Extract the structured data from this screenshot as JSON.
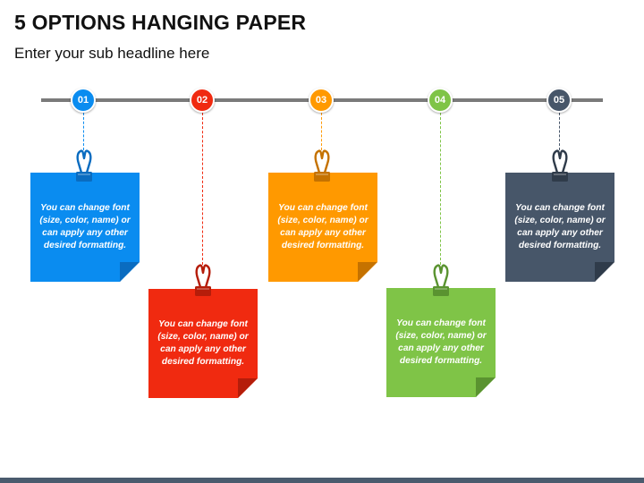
{
  "title": "5 OPTIONS HANGING PAPER",
  "subtitle": "Enter your sub headline here",
  "items": [
    {
      "num": "01",
      "text": "You can change font (size, color, name) or can apply any other desired formatting.",
      "color": "#0a8cf0",
      "dark": "#0a6cc0"
    },
    {
      "num": "02",
      "text": "You can change font (size, color, name) or can apply any other desired formatting.",
      "color": "#f02a10",
      "dark": "#b51d0a"
    },
    {
      "num": "03",
      "text": "You can change font (size, color, name) or can apply any other desired formatting.",
      "color": "#ff9900",
      "dark": "#c57200"
    },
    {
      "num": "04",
      "text": "You can change font (size, color, name) or can apply any other desired formatting.",
      "color": "#7fc447",
      "dark": "#5a9330"
    },
    {
      "num": "05",
      "text": "You can change font (size, color, name) or can apply any other desired formatting.",
      "color": "#475669",
      "dark": "#2f3b4a"
    }
  ]
}
